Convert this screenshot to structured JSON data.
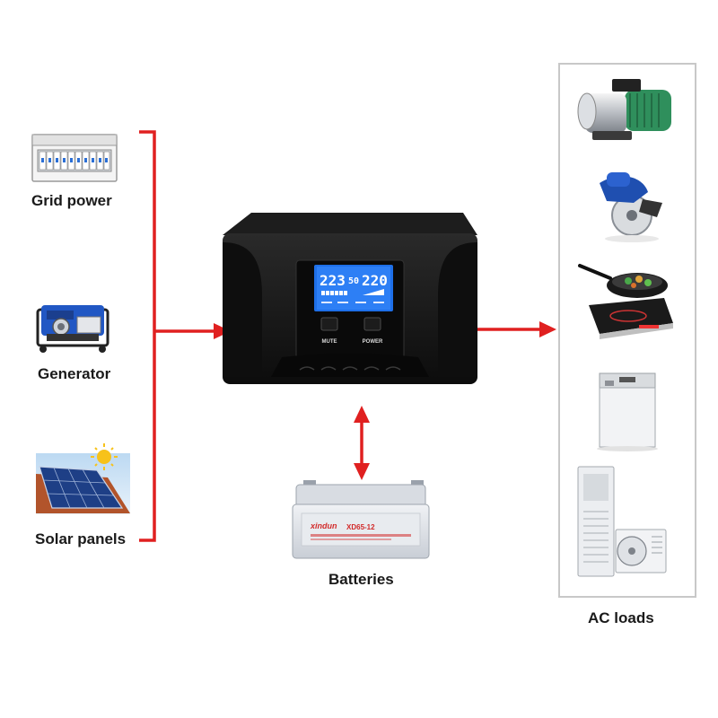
{
  "sources": {
    "grid_label": "Grid power",
    "generator_label": "Generator",
    "solar_label": "Solar panels"
  },
  "inverter": {
    "lcd_left_value": "223",
    "lcd_mid_value": "50",
    "lcd_right_value": "220",
    "mute_label": "MUTE",
    "power_label": "POWER"
  },
  "battery": {
    "label": "Batteries",
    "brand": "xindun",
    "model": "XD65-12"
  },
  "loads": {
    "label": "AC loads",
    "items": [
      "water-pump",
      "cutting-saw",
      "induction-cooker",
      "washing-machine",
      "air-conditioner"
    ]
  },
  "colors": {
    "connector": "#e02020",
    "inverter_body": "#141414",
    "lcd_blue": "#1e6fe8",
    "frame_border": "#c8c8c8"
  }
}
